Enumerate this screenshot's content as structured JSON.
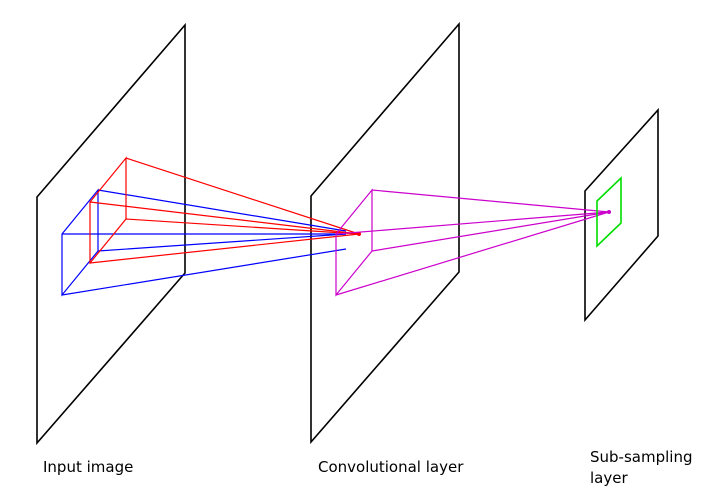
{
  "labels": {
    "input_image": "Input image",
    "convolutional_layer": "Convolutional layer",
    "sub_sampling_line1": "Sub-sampling",
    "sub_sampling_line2": "layer"
  },
  "colors": {
    "plane_stroke": "#000000",
    "input_receptive_front": "#ff0000",
    "input_receptive_back": "#0000ff",
    "conv_receptive": "#cc00cc",
    "sub_receptive": "#00cc00",
    "background": "#ffffff"
  }
}
